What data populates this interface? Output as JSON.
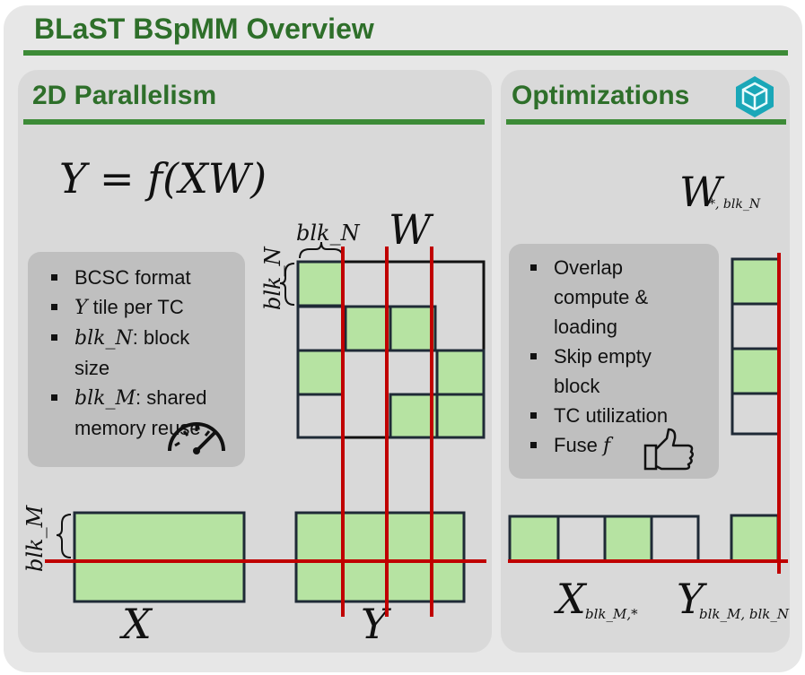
{
  "title": "BLaST BSpMM Overview",
  "left_panel": {
    "title": "2D Parallelism",
    "equation": "Y = f(XW)",
    "bullets": [
      {
        "math": "",
        "text": "BCSC format"
      },
      {
        "math": "Y",
        "text": " tile per TC"
      },
      {
        "math": "blk_N",
        "text": ": block size"
      },
      {
        "math": "blk_M",
        "text": ": shared memory reuse"
      }
    ],
    "labels": {
      "blk_n_top": "blk_N",
      "blk_n_side": "blk_N",
      "blk_m_side": "blk_M",
      "w": "W",
      "x": "X",
      "y": "Y"
    }
  },
  "right_panel": {
    "title": "Optimizations",
    "bullets": [
      {
        "text": "Overlap compute & loading",
        "math": ""
      },
      {
        "text": "Skip empty block",
        "math": ""
      },
      {
        "text": "TC utilization",
        "math": ""
      },
      {
        "text": "Fuse ",
        "math": "f"
      }
    ],
    "labels": {
      "w_main": "W",
      "w_sub": "*, blk_N",
      "x_main": "X",
      "x_sub": "blk_M,*",
      "y_main": "Y",
      "y_sub": "blk_M, blk_N"
    }
  },
  "colors": {
    "green_block": "#b6e3a2",
    "red_line": "#c00000",
    "title_green": "#2e6f2a",
    "rule_green": "#3d8b37"
  },
  "icons": [
    "speedometer-icon",
    "thumbs-up-icon",
    "cube-logo-icon"
  ]
}
